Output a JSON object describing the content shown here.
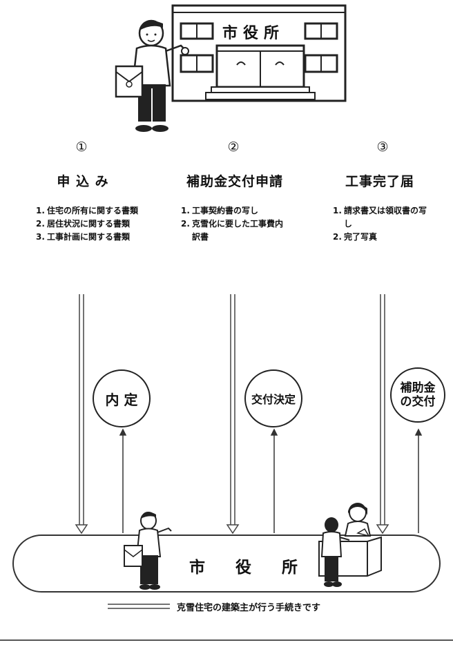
{
  "building": {
    "sign": "市役所"
  },
  "steps": [
    {
      "number": "①",
      "title": "申 込 み",
      "documents": [
        {
          "n": "1.",
          "text": "住宅の所有に関する書類"
        },
        {
          "n": "2.",
          "text": "居住状況に関する書類"
        },
        {
          "n": "3.",
          "text": "工事計画に関する書類"
        }
      ],
      "response": "内 定"
    },
    {
      "number": "②",
      "title": "補助金交付申請",
      "documents": [
        {
          "n": "1.",
          "text": "工事契約書の写し"
        },
        {
          "n": "2.",
          "text": "克雪化に要した工事費内訳書"
        }
      ],
      "response": "交付決定"
    },
    {
      "number": "③",
      "title": "工事完了届",
      "documents": [
        {
          "n": "1.",
          "text": "請求書又は領収書の写し"
        },
        {
          "n": "2.",
          "text": "完了写真"
        }
      ],
      "response": "補助金の交付"
    }
  ],
  "office": {
    "label": "市 役 所"
  },
  "legend": {
    "text": "克雪住宅の建築主が行う手続きです"
  }
}
